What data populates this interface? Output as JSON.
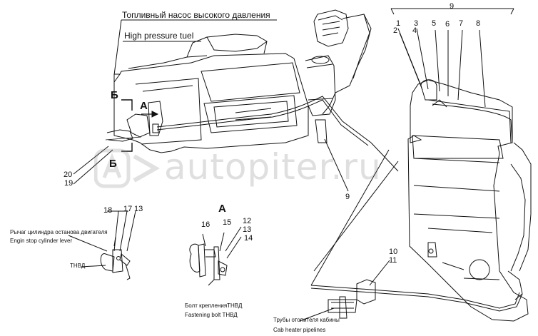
{
  "labels": {
    "fuel_pump_ru": "Топливный насос высокого давления",
    "fuel_pump_en": "High pressure tuel",
    "cyl_lever_ru": "Рычаг цилиндра останова двигателя",
    "cyl_lever_en": "Engin stop cylinder lever",
    "tnvd": "ТНВД",
    "bolt_ru": "Болт крепленияТНВД",
    "bolt_en": "Fastening bolt ТНВД",
    "pipes_ru": "Трубы отопителя кабины",
    "pipes_en": "Cab heater pipelines",
    "view_a": "A",
    "view_a_arrow": "A",
    "section_b_top": "Б",
    "section_b_bottom": "Б"
  },
  "callouts": {
    "n1": "1",
    "n2": "2",
    "n3": "3",
    "n4": "4",
    "n5": "5",
    "n6": "6",
    "n7": "7",
    "n8": "8",
    "n9_top": "9",
    "n9_mid": "9",
    "n10": "10",
    "n11": "11",
    "n12": "12",
    "n13a": "13",
    "n13b": "13",
    "n14": "14",
    "n15": "15",
    "n16": "16",
    "n17": "17",
    "n18": "18",
    "n19": "19",
    "n20": "20"
  },
  "watermark": {
    "text": "autopiter.ru",
    "color": "#808080"
  }
}
